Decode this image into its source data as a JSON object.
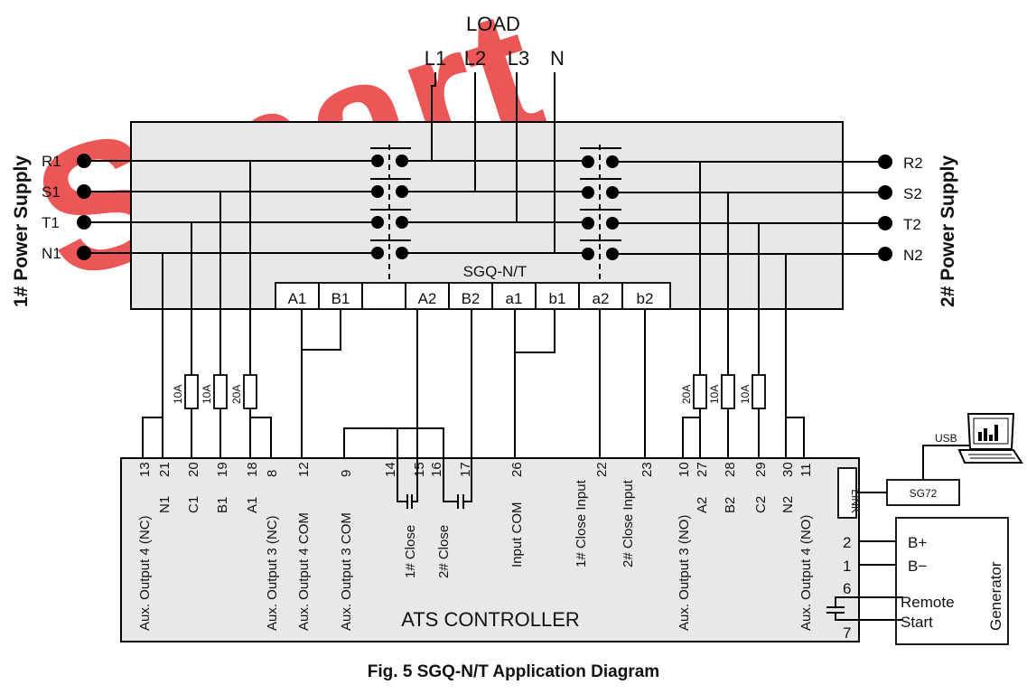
{
  "watermark": "Smart",
  "load": {
    "title": "LOAD",
    "phases": [
      "L1",
      "L2",
      "L3",
      "N"
    ]
  },
  "supply1": {
    "title": "1# Power Supply",
    "terminals": [
      "R1",
      "S1",
      "T1",
      "N1"
    ]
  },
  "supply2": {
    "title": "2# Power Supply",
    "terminals": [
      "R2",
      "S2",
      "T2",
      "N2"
    ]
  },
  "switch": {
    "model": "SGQ-N/T",
    "aux_terminals": [
      "A1",
      "B1",
      "",
      "A2",
      "B2",
      "a1",
      "b1",
      "a2",
      "b2"
    ]
  },
  "fuses": {
    "left": [
      "10A",
      "10A",
      "20A"
    ],
    "right": [
      "20A",
      "10A",
      "10A"
    ]
  },
  "controller": {
    "title": "ATS CONTROLLER",
    "terminal_numbers": [
      "13",
      "21",
      "20",
      "19",
      "18",
      "8",
      "12",
      "9",
      "14",
      "15",
      "16",
      "17",
      "26",
      "22",
      "23",
      "10",
      "27",
      "28",
      "29",
      "30",
      "11"
    ],
    "terminal_labels": [
      "Aux. Output 4 (NC)",
      "N1",
      "C1",
      "B1",
      "A1",
      "Aux. Output 3 (NC)",
      "Aux. Output 4 COM",
      "Aux. Output 3 COM",
      "1# Close",
      "2# Close",
      "Input COM",
      "1# Close Input",
      "2# Close Input",
      "Aux. Output 3 (NO)",
      "A2",
      "B2",
      "C2",
      "N2",
      "Aux. Output 4 (NO)"
    ],
    "link_label": "LINK"
  },
  "sg72": {
    "label": "SG72",
    "usb": "USB"
  },
  "generator": {
    "title": "Generator",
    "pins": [
      "2",
      "1",
      "6",
      "7"
    ],
    "labels": [
      "B+",
      "B−",
      "Remote",
      "Start"
    ]
  },
  "caption": "Fig. 5 SGQ-N/T Application Diagram"
}
